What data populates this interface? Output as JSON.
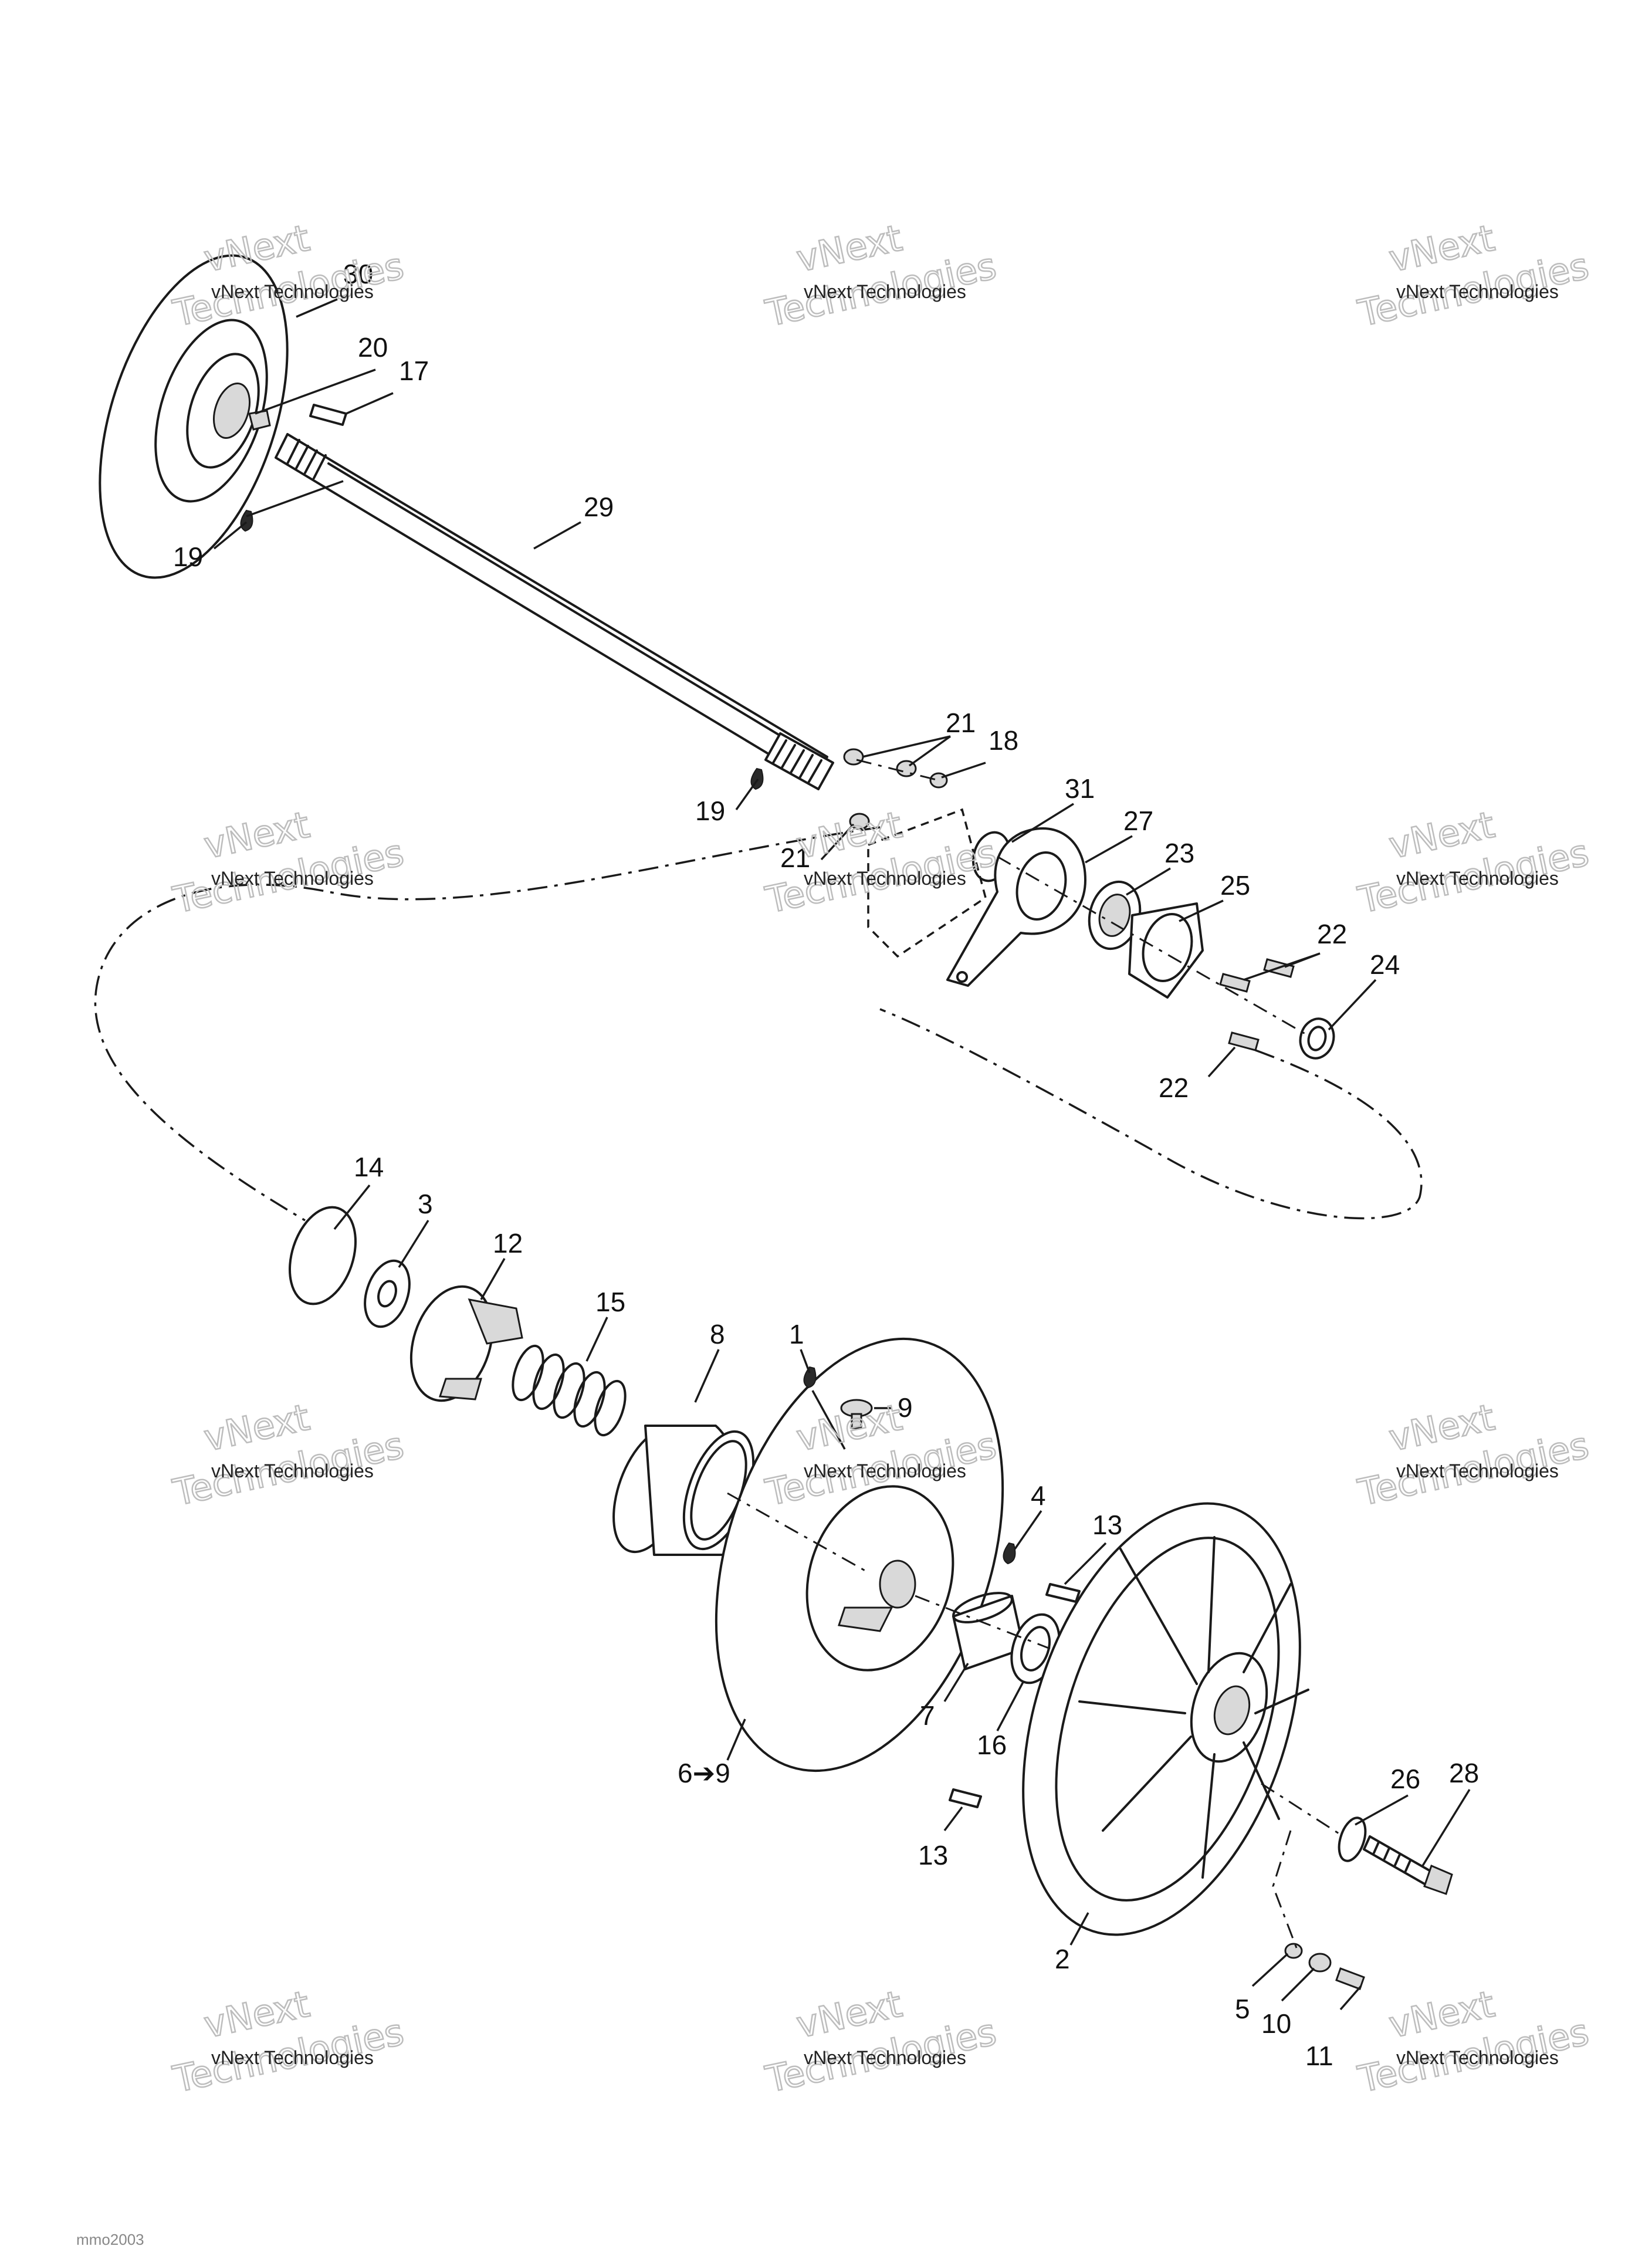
{
  "diagram": {
    "callouts": {
      "p1": "1",
      "p2": "2",
      "p3": "3",
      "p4": "4",
      "p5": "5",
      "p6": "6➔9",
      "p7": "7",
      "p8": "8",
      "p9": "9",
      "p10": "10",
      "p11": "11",
      "p12": "12",
      "p13a": "13",
      "p13b": "13",
      "p14": "14",
      "p15": "15",
      "p16": "16",
      "p17": "17",
      "p18": "18",
      "p19a": "19",
      "p19b": "19",
      "p20": "20",
      "p21a": "21",
      "p21b": "21",
      "p22a": "22",
      "p22b": "22",
      "p23": "23",
      "p24": "24",
      "p25": "25",
      "p26": "26",
      "p27": "27",
      "p28": "28",
      "p29": "29",
      "p30": "30",
      "p31": "31"
    },
    "watermark": {
      "line1": "vNext Technologies",
      "line2a": "vNext",
      "line2b": "Technologies"
    },
    "footer_code": "mmo2003"
  }
}
